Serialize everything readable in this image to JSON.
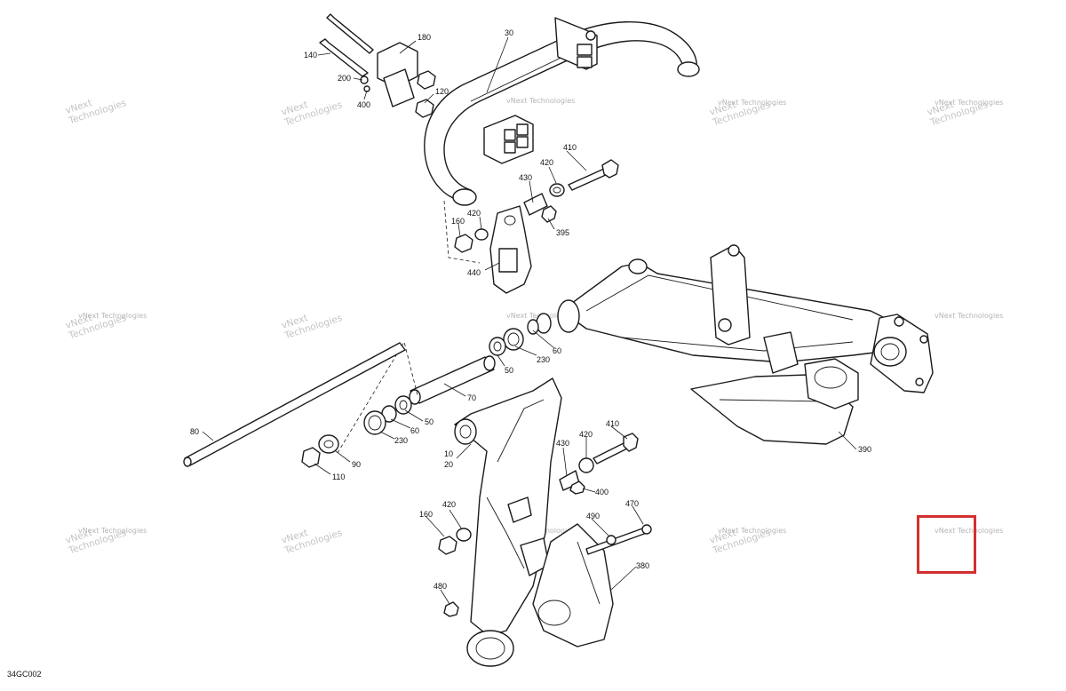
{
  "diagram_code": "34GC002",
  "watermark": {
    "line1": "vNext",
    "line2": "Technologies",
    "inline": "vNext Technologies"
  },
  "highlight_color": "#d32f2f",
  "callouts": [
    {
      "id": "c180",
      "label": "180"
    },
    {
      "id": "c30",
      "label": "30"
    },
    {
      "id": "c140",
      "label": "140"
    },
    {
      "id": "c200",
      "label": "200"
    },
    {
      "id": "c400a",
      "label": "400"
    },
    {
      "id": "c120",
      "label": "120"
    },
    {
      "id": "c410a",
      "label": "410"
    },
    {
      "id": "c420a",
      "label": "420"
    },
    {
      "id": "c430a",
      "label": "430"
    },
    {
      "id": "c395",
      "label": "395"
    },
    {
      "id": "c160a",
      "label": "160"
    },
    {
      "id": "c420b",
      "label": "420"
    },
    {
      "id": "c440",
      "label": "440"
    },
    {
      "id": "c60a",
      "label": "60"
    },
    {
      "id": "c230a",
      "label": "230"
    },
    {
      "id": "c50a",
      "label": "50"
    },
    {
      "id": "c70",
      "label": "70"
    },
    {
      "id": "c50b",
      "label": "50"
    },
    {
      "id": "c60b",
      "label": "60"
    },
    {
      "id": "c230b",
      "label": "230"
    },
    {
      "id": "c80",
      "label": "80"
    },
    {
      "id": "c90",
      "label": "90"
    },
    {
      "id": "c110",
      "label": "110"
    },
    {
      "id": "c10",
      "label": "10"
    },
    {
      "id": "c20",
      "label": "20"
    },
    {
      "id": "c410b",
      "label": "410"
    },
    {
      "id": "c420c",
      "label": "420"
    },
    {
      "id": "c430b",
      "label": "430"
    },
    {
      "id": "c400b",
      "label": "400"
    },
    {
      "id": "c160b",
      "label": "160"
    },
    {
      "id": "c420d",
      "label": "420"
    },
    {
      "id": "c490",
      "label": "490"
    },
    {
      "id": "c470",
      "label": "470"
    },
    {
      "id": "c380",
      "label": "380"
    },
    {
      "id": "c480",
      "label": "480"
    },
    {
      "id": "c390",
      "label": "390"
    }
  ]
}
